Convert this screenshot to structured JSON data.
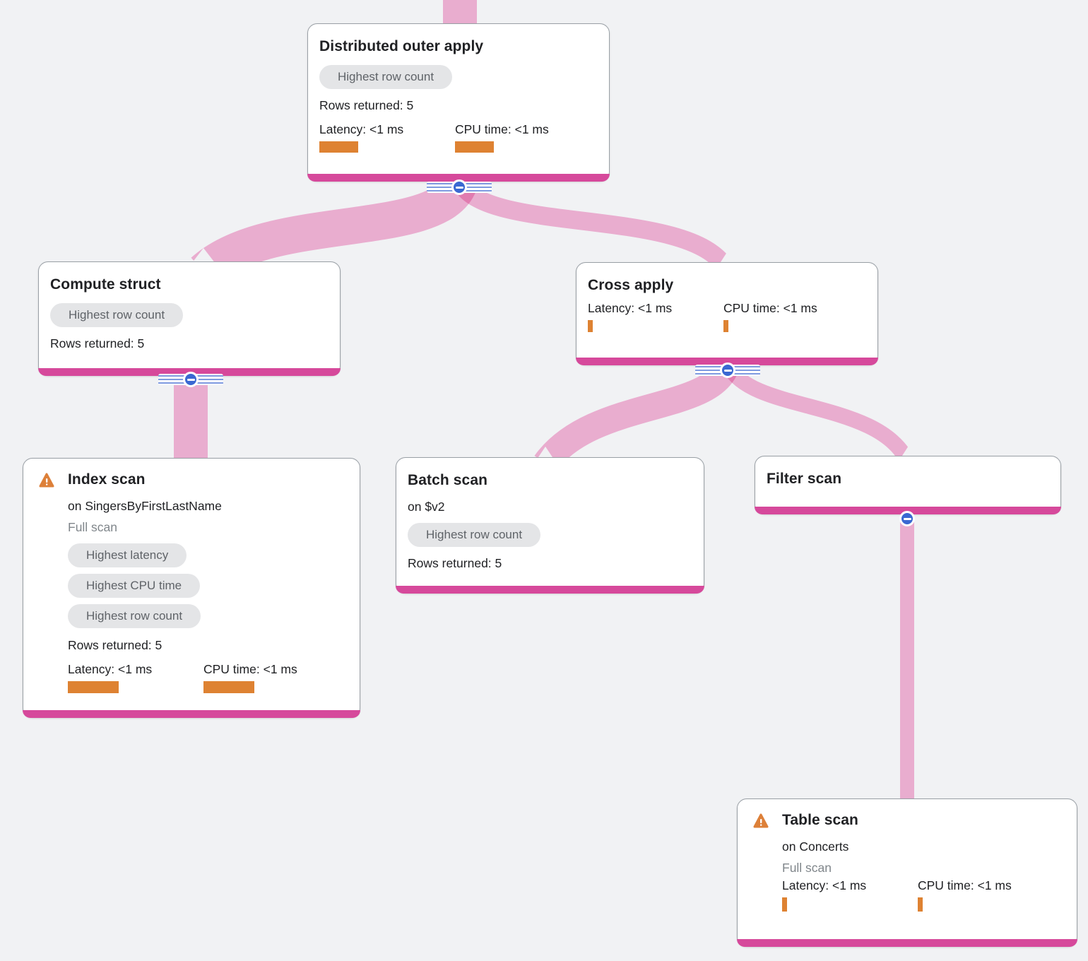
{
  "colors": {
    "background": "#f1f2f4",
    "node_accent_pink": "#d6499b",
    "edge_pink": "#e9aecf",
    "toggle_blue": "#3a68d2",
    "metric_bar_orange": "#de8232",
    "warning_orange": "#dd8039"
  },
  "nodes": [
    {
      "id": "distributed-outer-apply",
      "title": "Distributed outer apply",
      "badges": [
        "Highest row count"
      ],
      "rows": "Rows returned: 5",
      "metrics": [
        {
          "label": "Latency: <1 ms",
          "bar": {
            "w": 55,
            "h": 16
          }
        },
        {
          "label": "CPU time: <1 ms",
          "bar": {
            "w": 55,
            "h": 16
          }
        }
      ]
    },
    {
      "id": "compute-struct",
      "title": "Compute struct",
      "badges": [
        "Highest row count"
      ],
      "rows": "Rows returned: 5"
    },
    {
      "id": "cross-apply",
      "title": "Cross apply",
      "metrics": [
        {
          "label": "Latency: <1 ms",
          "bar": {
            "w": 7,
            "h": 17
          }
        },
        {
          "label": "CPU time: <1 ms",
          "bar": {
            "w": 7,
            "h": 17
          }
        }
      ]
    },
    {
      "id": "index-scan",
      "warning": true,
      "title": "Index scan",
      "subtitle": "on SingersByFirstLastName",
      "scan_type": "Full scan",
      "badges": [
        "Highest latency",
        "Highest CPU time",
        "Highest row count"
      ],
      "rows": "Rows returned: 5",
      "metrics": [
        {
          "label": "Latency: <1 ms",
          "bar": {
            "w": 72,
            "h": 17
          }
        },
        {
          "label": "CPU time: <1 ms",
          "bar": {
            "w": 72,
            "h": 17
          }
        }
      ]
    },
    {
      "id": "batch-scan",
      "title": "Batch scan",
      "subtitle": "on $v2",
      "badges": [
        "Highest row count"
      ],
      "rows": "Rows returned: 5"
    },
    {
      "id": "filter-scan",
      "title": "Filter scan"
    },
    {
      "id": "table-scan",
      "warning": true,
      "title": "Table scan",
      "subtitle": "on Concerts",
      "scan_type": "Full scan",
      "metrics": [
        {
          "label": "Latency: <1 ms",
          "bar": {
            "w": 7,
            "h": 20
          }
        },
        {
          "label": "CPU time: <1 ms",
          "bar": {
            "w": 7,
            "h": 20
          }
        }
      ]
    }
  ],
  "edges": [
    {
      "from": "parent-above",
      "to": "distributed-outer-apply"
    },
    {
      "from": "distributed-outer-apply",
      "to": "compute-struct"
    },
    {
      "from": "distributed-outer-apply",
      "to": "cross-apply"
    },
    {
      "from": "compute-struct",
      "to": "index-scan"
    },
    {
      "from": "cross-apply",
      "to": "batch-scan"
    },
    {
      "from": "cross-apply",
      "to": "filter-scan"
    },
    {
      "from": "filter-scan",
      "to": "table-scan"
    }
  ]
}
